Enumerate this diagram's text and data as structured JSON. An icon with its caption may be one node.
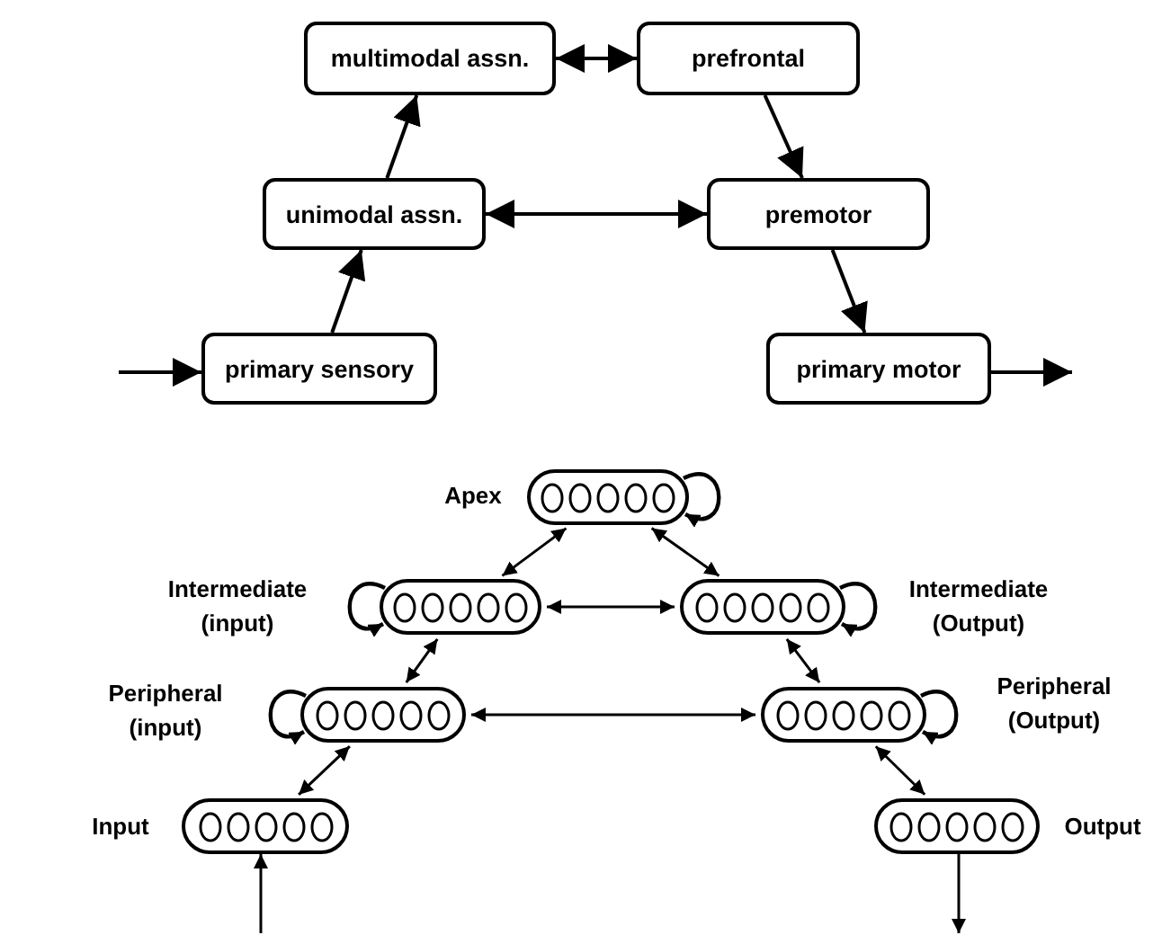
{
  "diagram": {
    "nodes": [
      {
        "text": [
          "multimodal assn."
        ]
      },
      {
        "text": [
          "prefrontal"
        ]
      },
      {
        "text": [
          "unimodal assn."
        ]
      },
      {
        "text": [
          "premotor"
        ]
      },
      {
        "text": [
          "primary sensory"
        ]
      },
      {
        "text": [
          "primary motor"
        ]
      },
      {
        "text": [],
        "shape": "capsule",
        "beside": [
          "Apex"
        ]
      },
      {
        "text": [],
        "shape": "capsule",
        "beside": [
          "Intermediate (input)"
        ]
      },
      {
        "text": [],
        "shape": "capsule",
        "beside": [
          "Intermediate (Output)"
        ]
      },
      {
        "text": [],
        "shape": "capsule",
        "beside": [
          "Peripheral (input)"
        ]
      },
      {
        "text": [],
        "shape": "capsule",
        "beside": [
          "Peripheral (Output)"
        ]
      },
      {
        "text": [],
        "shape": "capsule",
        "beside": [
          "Input"
        ]
      },
      {
        "text": [],
        "shape": "capsule",
        "beside": [
          "Output"
        ]
      }
    ],
    "edges": [
      {
        "from": null,
        "to": 4,
        "arrow": "to"
      },
      {
        "from": 4,
        "to": 2,
        "arrow": "to"
      },
      {
        "from": 2,
        "to": 0,
        "arrow": "to"
      },
      {
        "from": 0,
        "to": 1,
        "arrow": "both"
      },
      {
        "from": 1,
        "to": 3,
        "arrow": "to"
      },
      {
        "from": 2,
        "to": 3,
        "arrow": "both"
      },
      {
        "from": 3,
        "to": 5,
        "arrow": "to"
      },
      {
        "from": 5,
        "to": null,
        "arrow": "to"
      },
      {
        "from": 6,
        "to": 6,
        "arrow": "to"
      },
      {
        "from": 6,
        "to": 7,
        "arrow": "both"
      },
      {
        "from": 6,
        "to": 8,
        "arrow": "both"
      },
      {
        "from": 7,
        "to": 7,
        "arrow": "to"
      },
      {
        "from": 7,
        "to": 8,
        "arrow": "both"
      },
      {
        "from": 8,
        "to": 8,
        "arrow": "to"
      },
      {
        "from": 7,
        "to": 9,
        "arrow": "both"
      },
      {
        "from": 8,
        "to": 10,
        "arrow": "both"
      },
      {
        "from": 9,
        "to": 9,
        "arrow": "to"
      },
      {
        "from": 9,
        "to": 10,
        "arrow": "both"
      },
      {
        "from": 10,
        "to": 10,
        "arrow": "to"
      },
      {
        "from": 9,
        "to": 11,
        "arrow": "both"
      },
      {
        "from": 10,
        "to": 12,
        "arrow": "both"
      },
      {
        "from": null,
        "to": 11,
        "arrow": "to"
      },
      {
        "from": 12,
        "to": null,
        "arrow": "to"
      }
    ]
  }
}
